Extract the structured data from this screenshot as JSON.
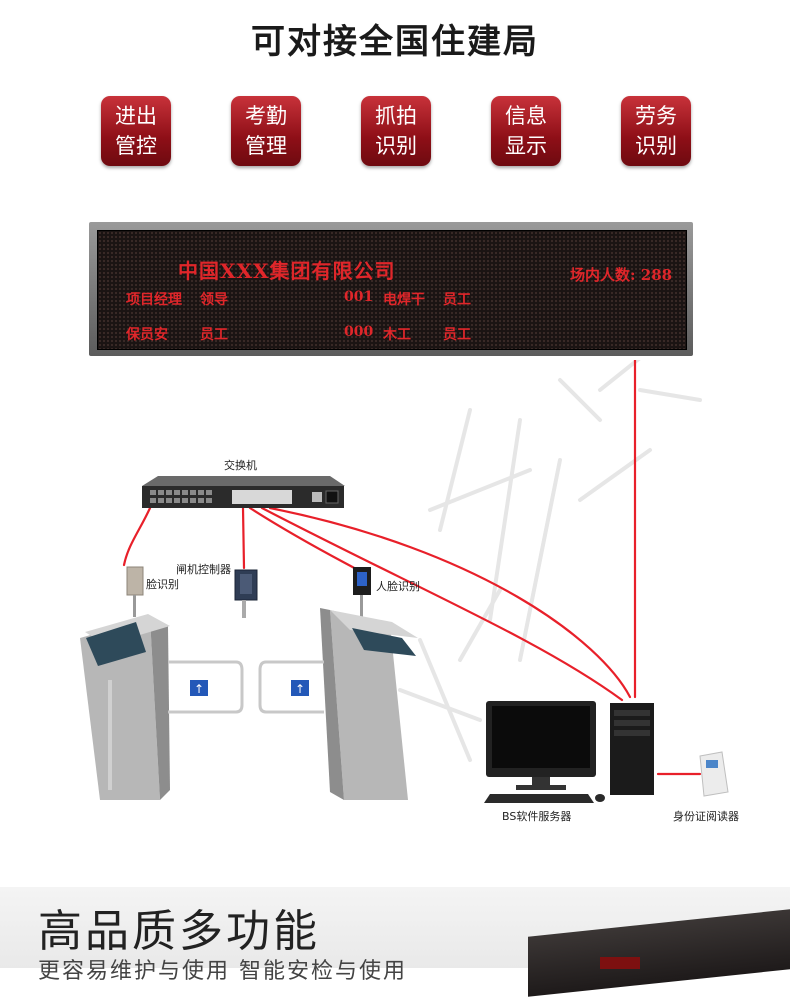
{
  "title": "可对接全国住建局",
  "features": [
    {
      "line1": "进出",
      "line2": "管控"
    },
    {
      "line1": "考勤",
      "line2": "管理"
    },
    {
      "line1": "抓拍",
      "line2": "识别"
    },
    {
      "line1": "信息",
      "line2": "显示"
    },
    {
      "line1": "劳务",
      "line2": "识别"
    }
  ],
  "led": {
    "company": "中国XXX集团有限公司",
    "count": "场内人数: 288",
    "row1": {
      "role": "项目经理",
      "type": "领导",
      "id": "001",
      "work": "电焊干",
      "cat": "员工"
    },
    "row2": {
      "role": "保员安",
      "type": "员工",
      "id": "000",
      "work": "木工",
      "cat": "员工"
    }
  },
  "diagram": {
    "switch": "交换机",
    "gate_controller": "闸机控制器",
    "face_left": "脸识别",
    "face_right": "人脸识别",
    "server": "BS软件服务器",
    "id_reader": "身份证阅读器"
  },
  "bottom": {
    "heading": "高品质多功能",
    "sub": "更容易维护与使用 智能安检与使用"
  },
  "colors": {
    "accent": "#c8323a",
    "led_red": "#e0262a",
    "wire": "#e8202a"
  }
}
